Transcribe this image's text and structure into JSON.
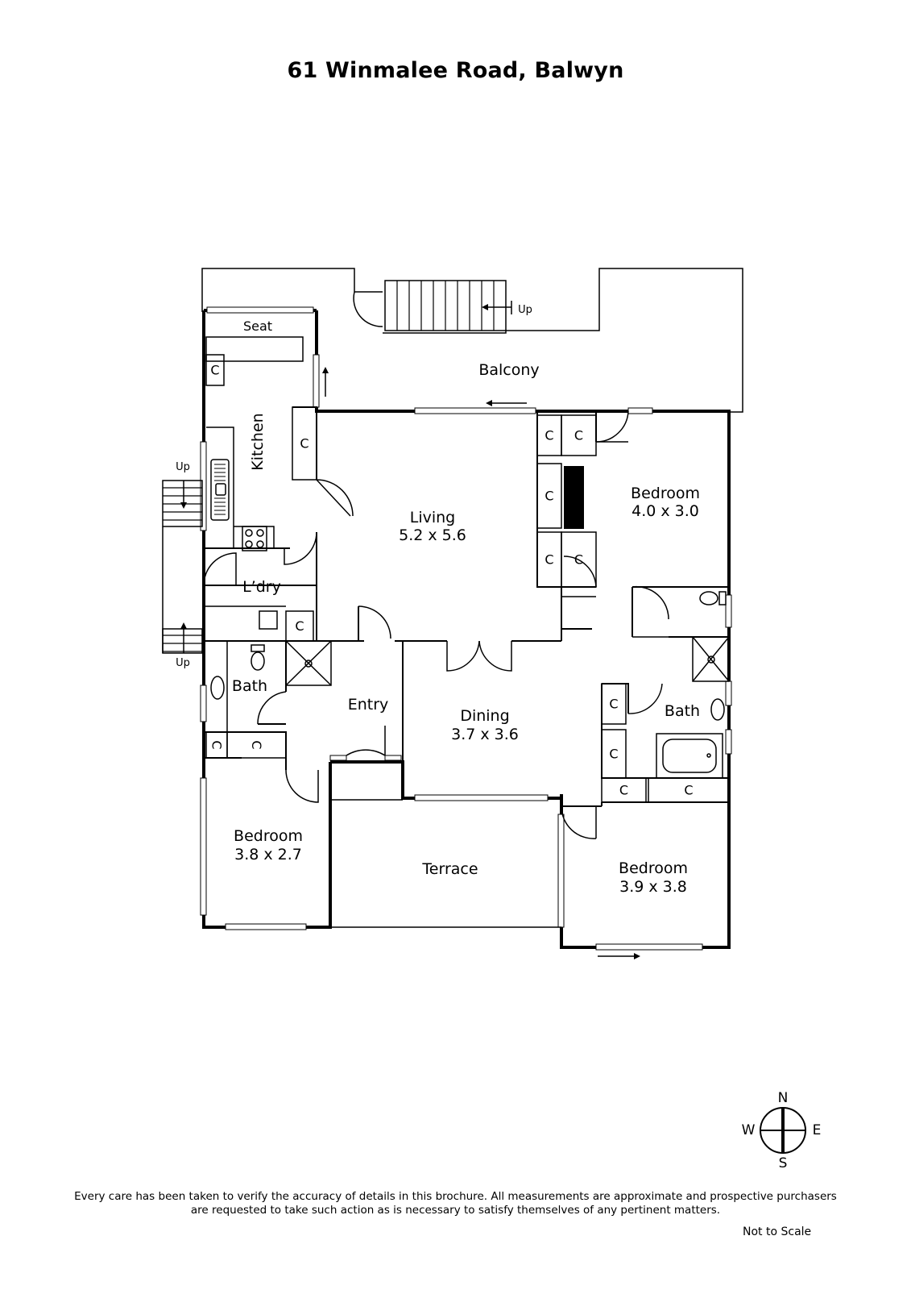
{
  "title": "61 Winmalee Road, Balwyn",
  "rooms": {
    "balcony": {
      "name": "Balcony"
    },
    "kitchen": {
      "name": "Kitchen"
    },
    "seat": {
      "name": "Seat"
    },
    "living": {
      "name": "Living",
      "dims": "5.2 x 5.6"
    },
    "laundry": {
      "name": "L’dry"
    },
    "bedroom_ne": {
      "name": "Bedroom",
      "dims": "4.0 x 3.0"
    },
    "bath_west": {
      "name": "Bath"
    },
    "entry": {
      "name": "Entry"
    },
    "dining": {
      "name": "Dining",
      "dims": "3.7 x 3.6"
    },
    "bath_east": {
      "name": "Bath"
    },
    "bedroom_sw": {
      "name": "Bedroom",
      "dims": "3.8 x 2.7"
    },
    "terrace": {
      "name": "Terrace"
    },
    "bedroom_se": {
      "name": "Bedroom",
      "dims": "3.9 x 3.8"
    }
  },
  "cupboard_label": "C",
  "stairs_label": "Up",
  "compass": {
    "n": "N",
    "e": "E",
    "s": "S",
    "w": "W"
  },
  "disclaimer": {
    "line1": "Every care has been taken to verify the accuracy of details in this brochure. All measurements are approximate and prospective purchasers",
    "line2": "are requested to take such action as is necessary to satisfy themselves of any pertinent matters."
  },
  "not_to_scale": "Not to Scale"
}
